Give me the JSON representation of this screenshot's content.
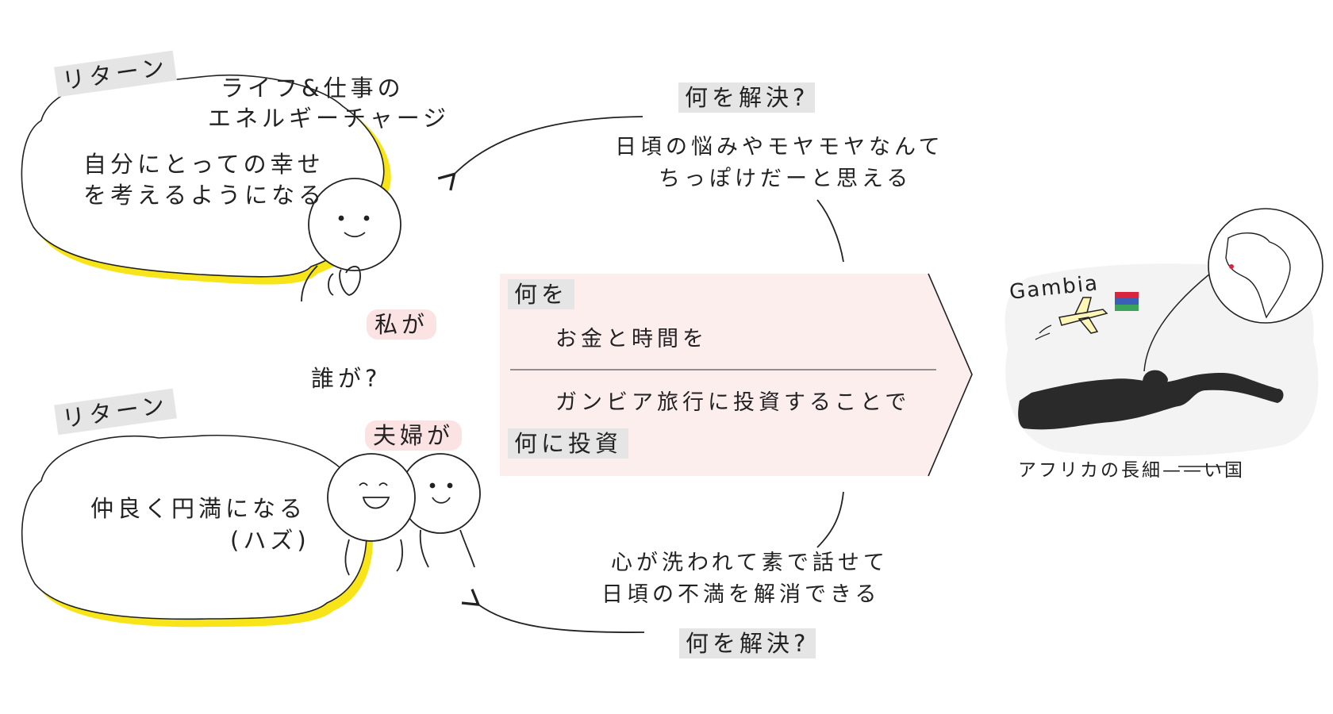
{
  "return_top": {
    "tag": "リターン",
    "heading": [
      "ライフ&仕事の",
      "エネルギーチャージ"
    ],
    "body": [
      "自分にとっての幸せ",
      "を考えるようになる"
    ]
  },
  "return_bottom": {
    "tag": "リターン",
    "body": [
      "仲良く円満になる",
      "(ハズ)"
    ]
  },
  "who": {
    "question": "誰が?",
    "me": "私が",
    "couple": "夫婦が"
  },
  "invest": {
    "what_label": "何を",
    "what_text": "お金と時間を",
    "into_text": "ガンビア旅行に投資することで",
    "into_label": "何に投資"
  },
  "solve_top": {
    "question": "何を解決?",
    "answer": [
      "日頃の悩みやモヤモヤなんて",
      "ちっぽけだーと思える"
    ]
  },
  "solve_bottom": {
    "question": "何を解決?",
    "answer": [
      "心が洗われて素で話せて",
      "日頃の不満を解消できる"
    ]
  },
  "gambia": {
    "name": "Gambia",
    "caption": "アフリカの長細——い国",
    "flag_colors": [
      "#d7263d",
      "#3a5fb8",
      "#3aa55a"
    ]
  },
  "colors": {
    "highlight": "#f7e51a",
    "pink": "#fdeeee",
    "ink": "#222222"
  }
}
